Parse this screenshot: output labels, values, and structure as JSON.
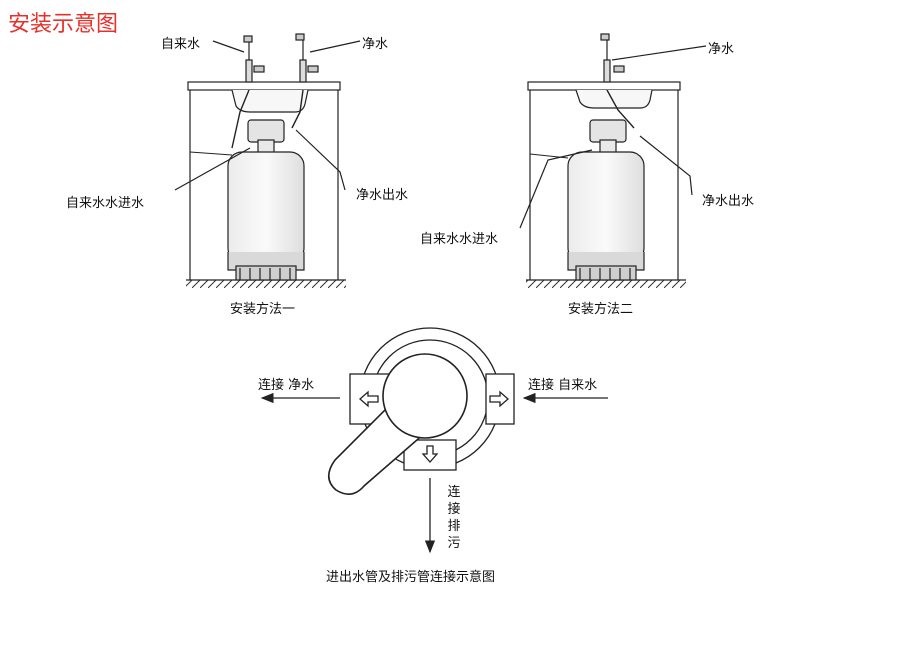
{
  "title": "安装示意图",
  "method1": {
    "caption": "安装方法一",
    "label_tap_water": "自来水",
    "label_pure_water": "净水",
    "label_tap_inlet": "自来水水进水",
    "label_pure_outlet": "净水出水"
  },
  "method2": {
    "caption": "安装方法二",
    "label_pure_water": "净水",
    "label_tap_inlet": "自来水水进水",
    "label_pure_outlet": "净水出水"
  },
  "valve": {
    "caption": "进出水管及排污管连接示意图",
    "left_label": "连接 净水",
    "right_label": "连接 自来水",
    "bottom_label": "连接排污"
  },
  "colors": {
    "title": "#e8302a",
    "line": "#222222",
    "tank_fill": "#f4f4f4"
  }
}
